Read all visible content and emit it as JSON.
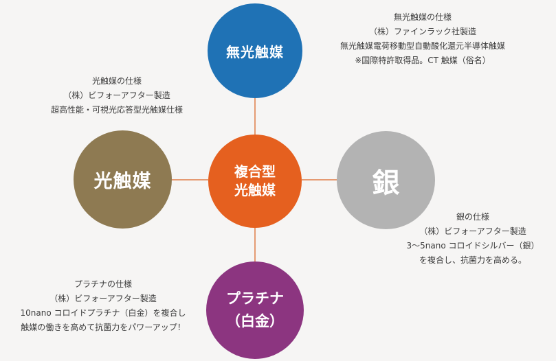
{
  "nodes": {
    "center": {
      "lines": [
        "複合型",
        "光触媒"
      ],
      "color": "#e5601f"
    },
    "top": {
      "lines": [
        "無光触媒"
      ],
      "color": "#1f72b5"
    },
    "left": {
      "lines": [
        "光触媒"
      ],
      "color": "#8e7a52"
    },
    "right": {
      "lines": [
        "銀"
      ],
      "color": "#b3b3b3"
    },
    "bottom": {
      "lines": [
        "プラチナ",
        "（白金）"
      ],
      "color": "#8c3580"
    }
  },
  "descriptions": {
    "top": [
      "無光触媒の仕様",
      "（株）ファインラック社製造",
      "無光触媒電荷移動型自動酸化還元半導体触媒",
      "※国際特許取得品。CT 触媒（俗名）"
    ],
    "left": [
      "光触媒の仕様",
      "（株）ビフォーアフター製造",
      "超高性能・可視光応答型光触媒仕様"
    ],
    "right": [
      "銀の仕様",
      "（株）ビフォーアフター製造",
      "3～5nano コロイドシルバー（銀）",
      "を複合し、抗菌力を高める。"
    ],
    "bottom": [
      "プラチナの仕様",
      "（株）ビフォーアフター製造",
      "10nano コロイドプラチナ（白金）を複合し",
      "触媒の働きを高めて抗菌力をパワーアップ！"
    ]
  },
  "connector_color": "#e59a72"
}
